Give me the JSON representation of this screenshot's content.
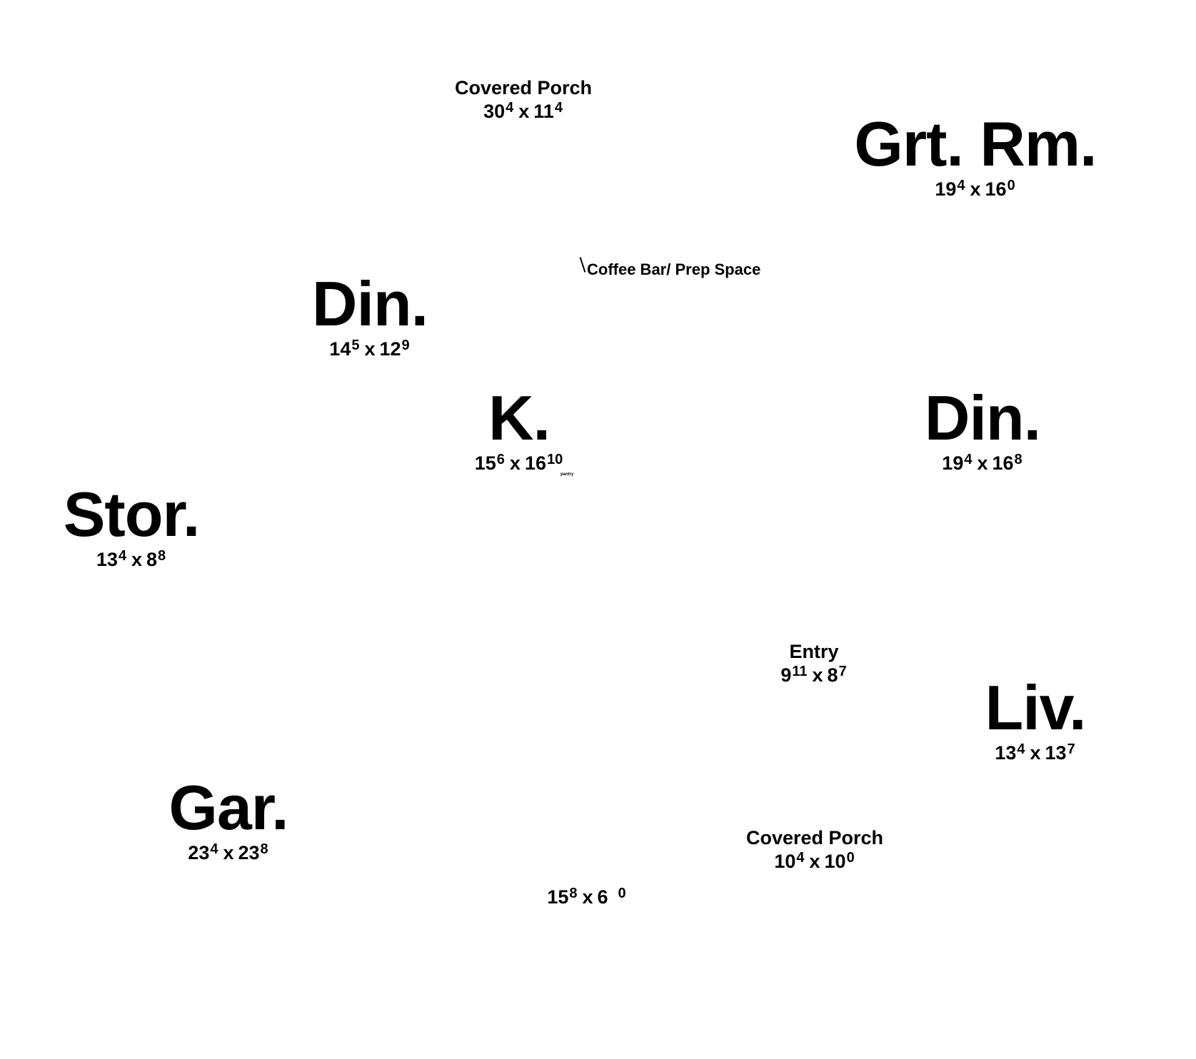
{
  "rooms": {
    "covered_porch_top": {
      "name": "Covered Porch",
      "w": "30",
      "w_in": "4",
      "d": "11",
      "d_in": "4"
    },
    "great_room": {
      "name": "Grt. Rm.",
      "w": "19",
      "w_in": "4",
      "d": "16",
      "d_in": "0"
    },
    "dining_left": {
      "name": "Din.",
      "w": "14",
      "w_in": "5",
      "d": "12",
      "d_in": "9"
    },
    "kitchen": {
      "name": "K.",
      "w": "15",
      "w_in": "6",
      "d": "16",
      "d_in": "10"
    },
    "dining_right": {
      "name": "Din.",
      "w": "19",
      "w_in": "4",
      "d": "16",
      "d_in": "8"
    },
    "storage": {
      "name": "Stor.",
      "w": "13",
      "w_in": "4",
      "d": "8",
      "d_in": "8"
    },
    "entry": {
      "name": "Entry",
      "w": "9",
      "w_in": "11",
      "d": "8",
      "d_in": "7"
    },
    "living": {
      "name": "Liv.",
      "w": "13",
      "w_in": "4",
      "d": "13",
      "d_in": "7"
    },
    "garage": {
      "name": "Gar.",
      "w": "23",
      "w_in": "4",
      "d": "23",
      "d_in": "8"
    },
    "covered_porch_bottom": {
      "name": "Covered Porch",
      "w": "10",
      "w_in": "4",
      "d": "10",
      "d_in": "0"
    },
    "unnamed": {
      "w": "15",
      "w_in": "8",
      "d": "6",
      "d_in": "0"
    }
  },
  "notes": {
    "coffee_bar": "Coffee Bar/ Prep Space",
    "kitchen_tiny": "pantry"
  },
  "dim_separator": "x"
}
